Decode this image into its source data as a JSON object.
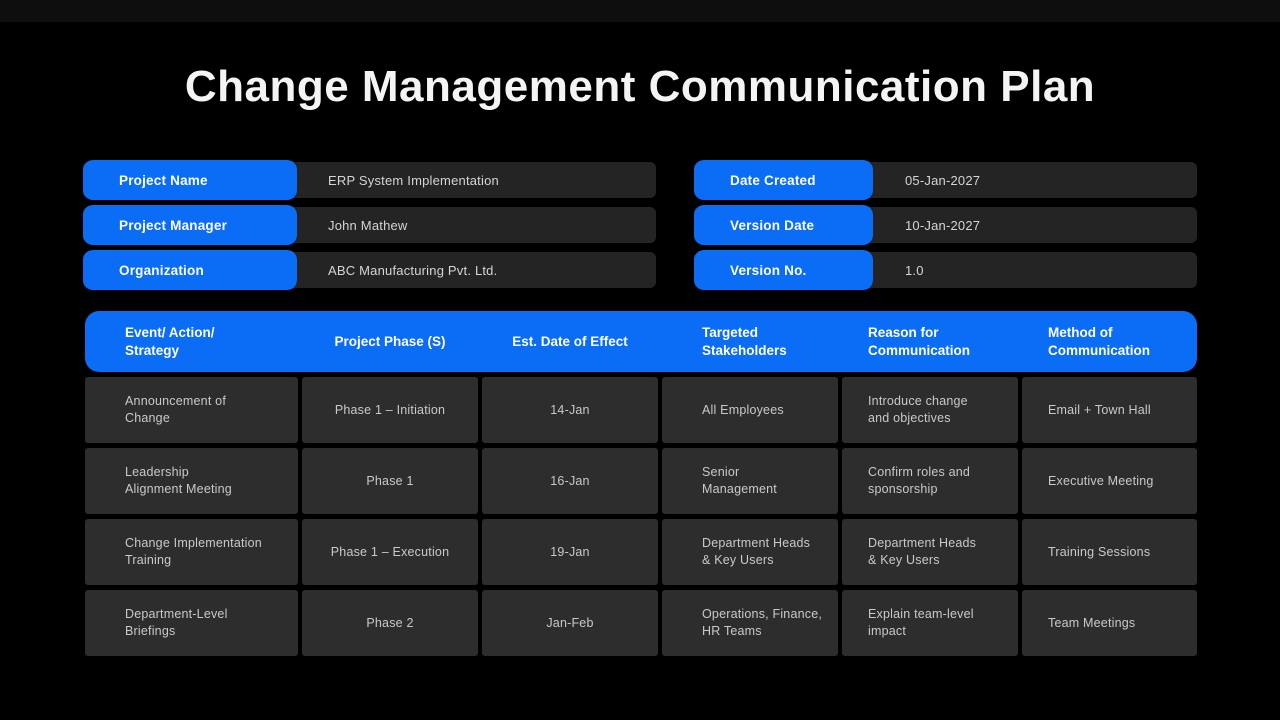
{
  "slide": {
    "title": "Change Management Communication Plan"
  },
  "project_info": {
    "left": [
      {
        "label": "Project Name",
        "value": "ERP System Implementation"
      },
      {
        "label": "Project Manager",
        "value": "John Mathew"
      },
      {
        "label": "Organization",
        "value": "ABC Manufacturing Pvt. Ltd."
      }
    ],
    "right": [
      {
        "label": "Date Created",
        "value": "05-Jan-2027"
      },
      {
        "label": "Version Date",
        "value": "10-Jan-2027"
      },
      {
        "label": "Version No.",
        "value": "1.0"
      }
    ]
  },
  "table": {
    "columns": [
      "Event/ Action/\nStrategy",
      "Project Phase (S)",
      "Est. Date of Effect",
      "Targeted\nStakeholders",
      "Reason for\nCommunication",
      "Method of\nCommunication"
    ],
    "rows": [
      {
        "cells": [
          "Announcement of\nChange",
          "Phase 1 – Initiation",
          "14-Jan",
          "All Employees",
          "Introduce change\nand objectives",
          "Email + Town Hall"
        ]
      },
      {
        "cells": [
          "Leadership\nAlignment Meeting",
          "Phase 1",
          "16-Jan",
          "Senior\nManagement",
          "Confirm roles and\nsponsorship",
          "Executive Meeting"
        ]
      },
      {
        "cells": [
          "Change Implementation\nTraining",
          "Phase 1 – Execution",
          "19-Jan",
          "Department Heads\n& Key Users",
          "Department Heads\n& Key Users",
          "Training Sessions"
        ]
      },
      {
        "cells": [
          "Department-Level\nBriefings",
          "Phase 2",
          "Jan-Feb",
          "Operations, Finance,\nHR Teams",
          "Explain team-level\nimpact",
          "Team Meetings"
        ]
      }
    ]
  },
  "colors": {
    "accent_blue": "#0b6cf5",
    "slide_background": "#000000",
    "top_bar": "#0e0e0e",
    "field_row": "#242424",
    "table_cell": "#2d2d2d",
    "title_text": "#f4f4f4",
    "cell_text": "#c9c9c9"
  }
}
